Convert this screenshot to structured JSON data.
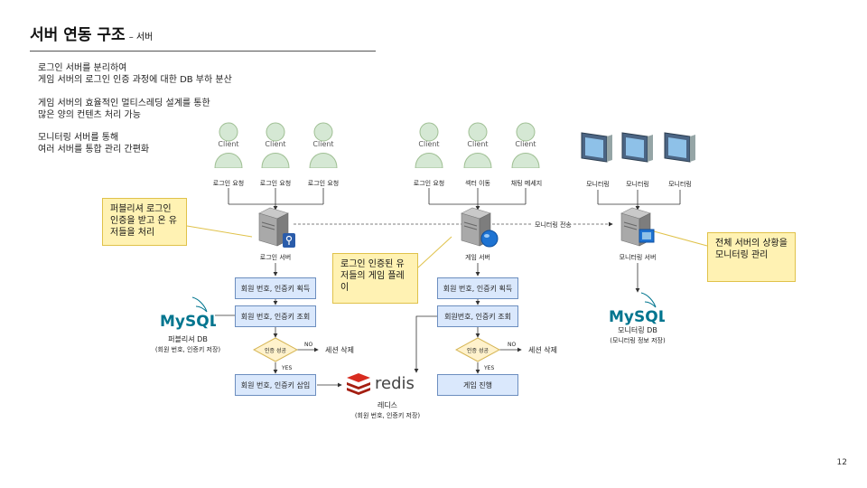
{
  "header": {
    "title": "서버 연동 구조",
    "subtitle": "– 서버"
  },
  "description": [
    {
      "line1": "로그인 서버를 분리하여",
      "line2": "게임 서버의 로그인 인증 과정에 대한 DB 부하 분산"
    },
    {
      "line1": "게임 서버의 효율적인 멀티스레딩 설계를 통한",
      "line2": "많은 양의 컨텐츠 처리 가능"
    },
    {
      "line1": "모니터링 서버를 통해",
      "line2": "여러 서버를 통합 관리 간편화"
    }
  ],
  "login_section": {
    "clients": [
      "Client",
      "Client",
      "Client"
    ],
    "client_labels": [
      "로그인 요청",
      "로그인 요청",
      "로그인 요청"
    ],
    "server_label": "로그인 서버",
    "steps": [
      "회원 번호, 인증키 획득",
      "회원 번호, 인증키 조회",
      "회원 번호, 인증키 삽입"
    ],
    "decision": "인증 성공",
    "no_label": "NO",
    "yes_label": "YES",
    "no_action": "세션 삭제",
    "db_logo": "MySQL",
    "db_name": "퍼블리셔 DB",
    "db_desc": "(회원 번호, 인증키 저장)"
  },
  "game_section": {
    "clients": [
      "Client",
      "Client",
      "Client"
    ],
    "client_labels": [
      "로그인 요청",
      "섹터 이동",
      "채팅 메세지"
    ],
    "server_label": "게임 서버",
    "steps": [
      "회원 번호, 인증키 획득",
      "회원번호, 인증키 조회",
      "게임 진행"
    ],
    "decision": "인증 성공",
    "no_label": "NO",
    "yes_label": "YES",
    "no_action": "세션 삭제"
  },
  "monitor_section": {
    "labels": [
      "모니터링",
      "모니터링",
      "모니터링"
    ],
    "link_label": "모니터링 전송",
    "server_label": "모니터링 서버",
    "db_logo": "MySQL",
    "db_name": "모니터링 DB",
    "db_desc": "(모니터링 정보 저장)"
  },
  "redis": {
    "logo": "redis",
    "name": "레디스",
    "desc": "(회원 번호, 인증키 저장)"
  },
  "notes": {
    "login": "퍼블리셔 로그인 인증을 받고 온 유저들을 처리",
    "game": "로그인 인증된 유저들의 게임 플레이",
    "monitor": "전체 서버의 상황을 모니터링 관리"
  },
  "page_number": "12",
  "colors": {
    "client_fill": "#d5e8d4",
    "client_stroke": "#9fbf93",
    "step_fill": "#dae8fc",
    "step_stroke": "#6c8ebf",
    "decision_fill": "#fff2cc",
    "note_fill": "#fff2b3",
    "mysql_blue": "#00758f",
    "mysql_orange": "#f29111",
    "redis_red": "#d82c20"
  }
}
